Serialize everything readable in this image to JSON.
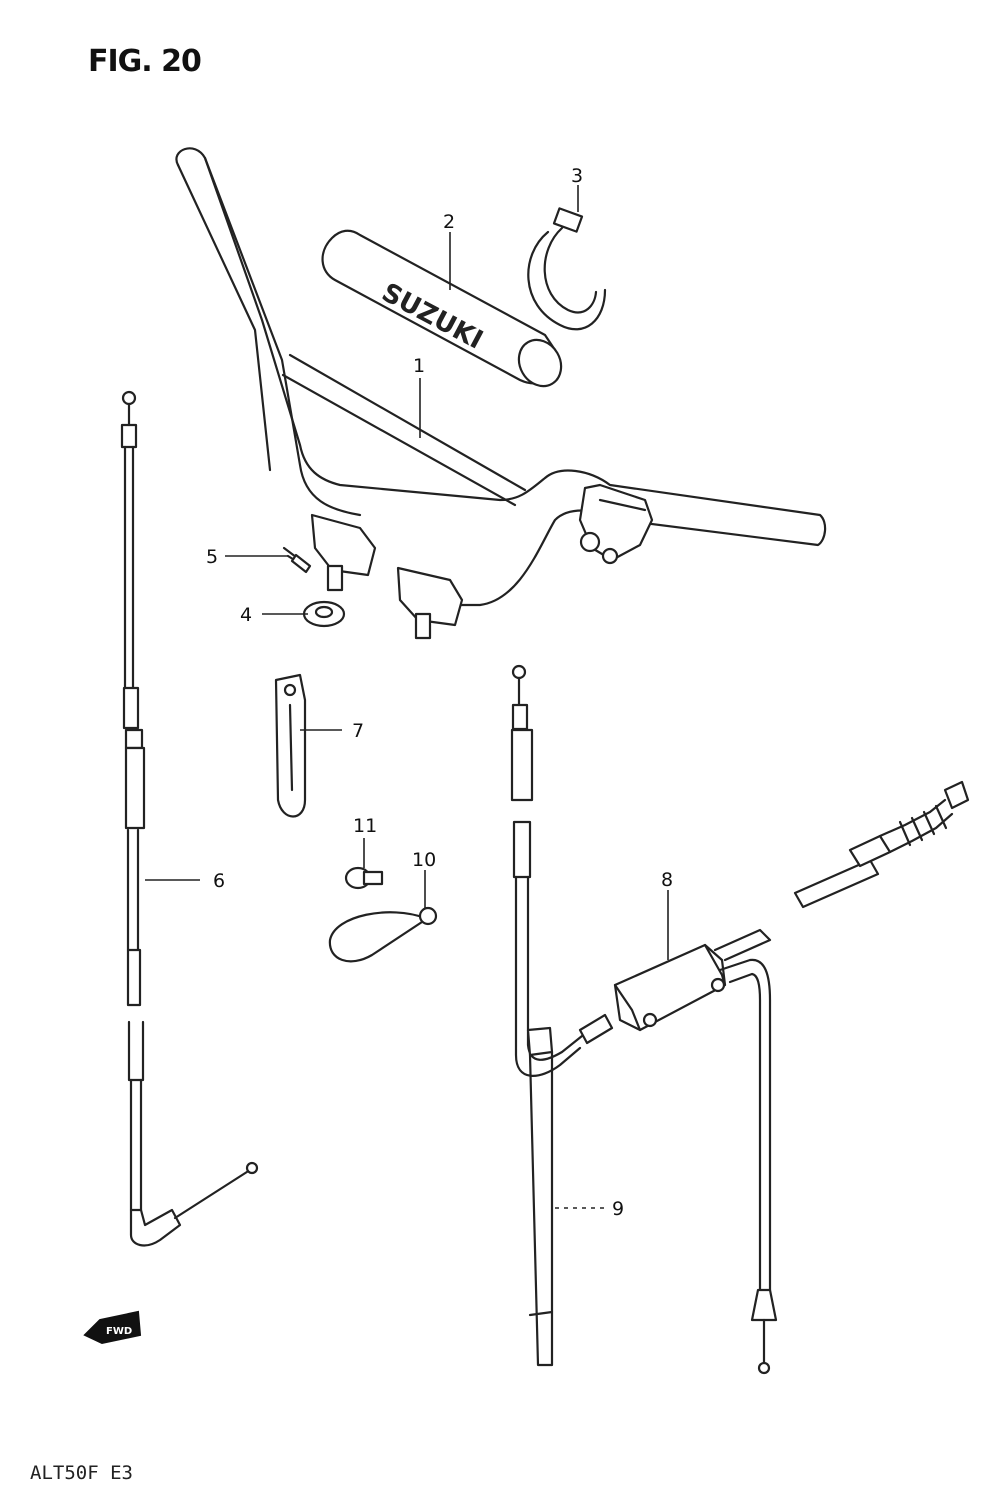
{
  "figure": {
    "title": "FIG. 20",
    "footer": "ALT50F E3"
  },
  "grip_brand": "SUZUKI",
  "direction_badge": "FWD",
  "callouts": [
    {
      "id": "1",
      "label": "1"
    },
    {
      "id": "2",
      "label": "2"
    },
    {
      "id": "3",
      "label": "3"
    },
    {
      "id": "4",
      "label": "4"
    },
    {
      "id": "5",
      "label": "5"
    },
    {
      "id": "6",
      "label": "6"
    },
    {
      "id": "7",
      "label": "7"
    },
    {
      "id": "8",
      "label": "8"
    },
    {
      "id": "9",
      "label": "9"
    },
    {
      "id": "10",
      "label": "10"
    },
    {
      "id": "11",
      "label": "11"
    }
  ]
}
